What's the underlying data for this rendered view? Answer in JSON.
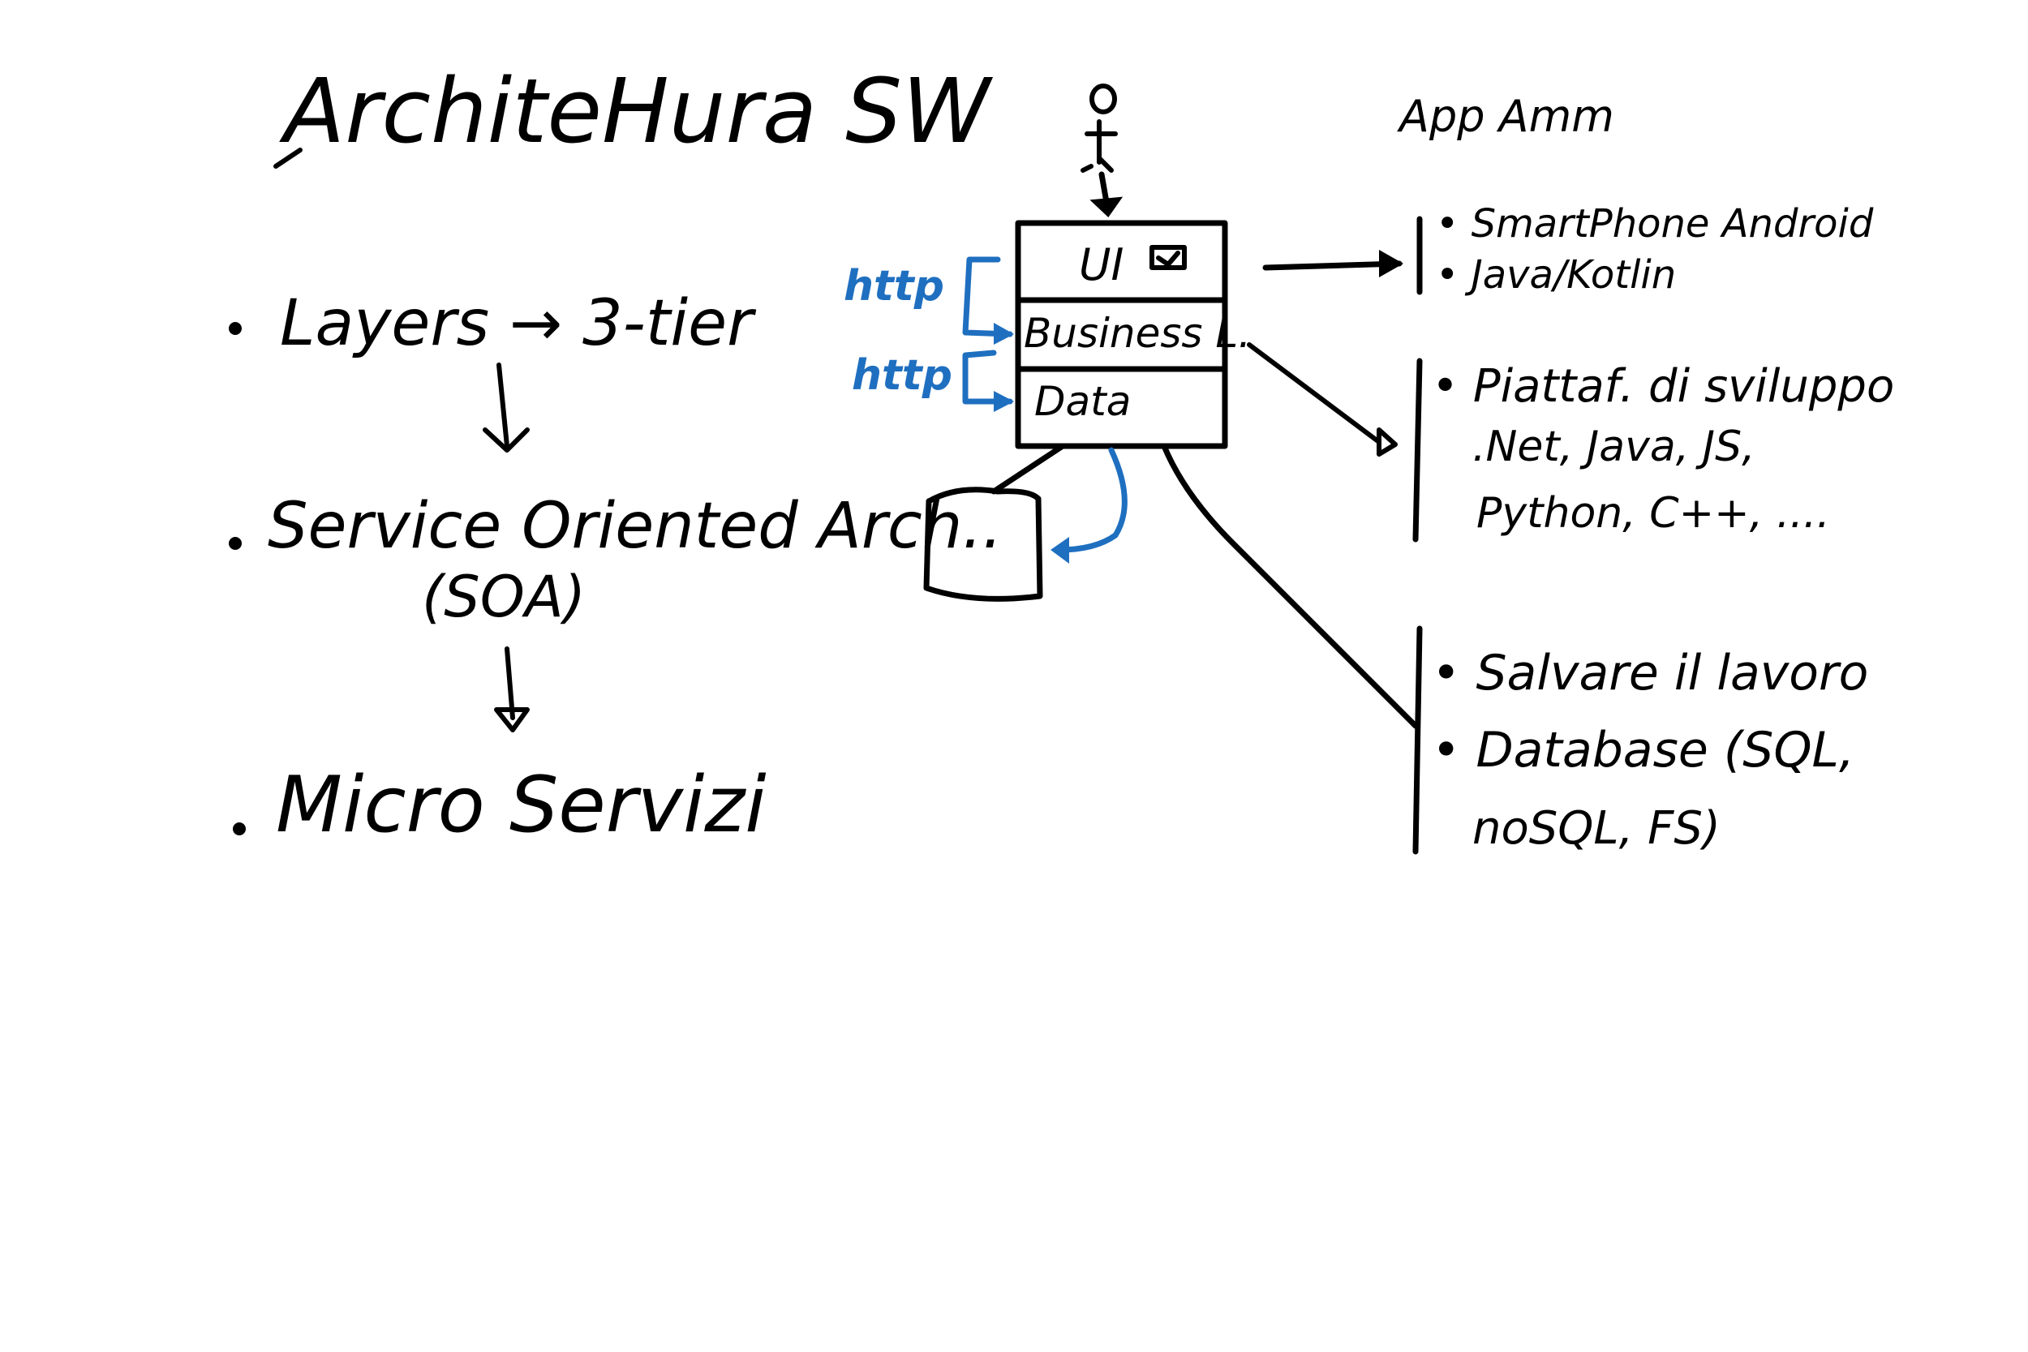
{
  "title": "ArchiteHura SW",
  "left_list": [
    {
      "text": "Layers → 3-tier"
    },
    {
      "text": "Service Oriented Arch.."
    },
    {
      "text": "(SOA)"
    },
    {
      "text": "Micro Servizi"
    }
  ],
  "user_layer": "UI",
  "layers": [
    "UI",
    "Business L.",
    "Data"
  ],
  "protocols": [
    "http",
    "http"
  ],
  "app_label": "App Amm",
  "notes": {
    "ui": [
      "• SmartPhone Android",
      "• Java/Kotlin"
    ],
    "business": [
      "• Piattaf. di sviluppo",
      ".Net, Java, JS,",
      "Python, C++, ...."
    ],
    "data": [
      "• Salvare il lavoro",
      "• Database (SQL,",
      "noSQL, FS)"
    ]
  },
  "colors": {
    "ink": "#000000",
    "accent": "#1f6fc0",
    "background": "#ffffff"
  }
}
